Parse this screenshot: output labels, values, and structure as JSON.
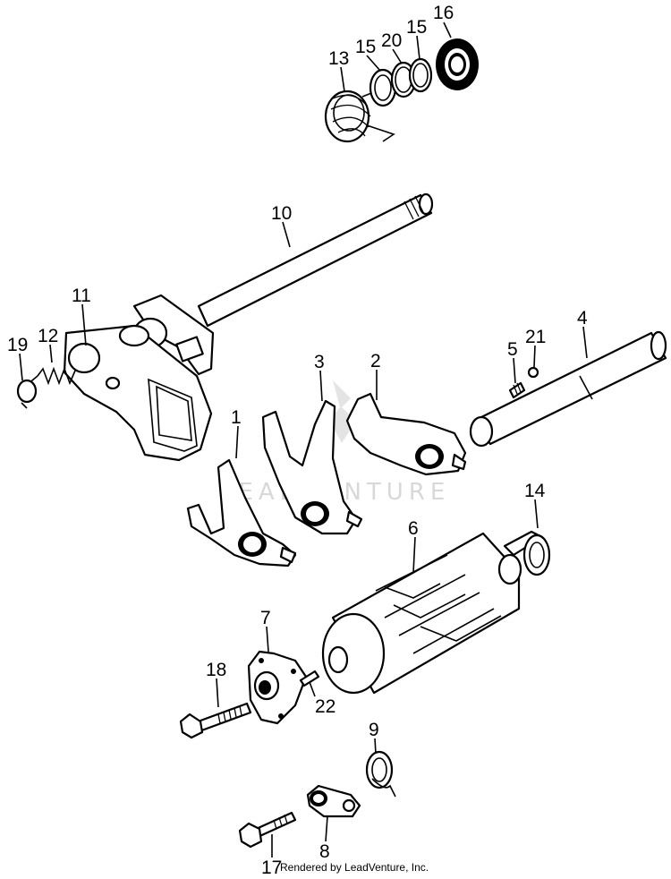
{
  "callouts": {
    "c1": "1",
    "c2": "2",
    "c3": "3",
    "c4": "4",
    "c5": "5",
    "c6": "6",
    "c7": "7",
    "c8": "8",
    "c9": "9",
    "c10": "10",
    "c11": "11",
    "c12": "12",
    "c13": "13",
    "c14": "14",
    "c15a": "15",
    "c15b": "15",
    "c16": "16",
    "c17": "17",
    "c18": "18",
    "c19": "19",
    "c20": "20",
    "c21": "21",
    "c22": "22"
  },
  "watermark": "LEADVENTURE",
  "credit": "Rendered by LeadVenture, Inc."
}
